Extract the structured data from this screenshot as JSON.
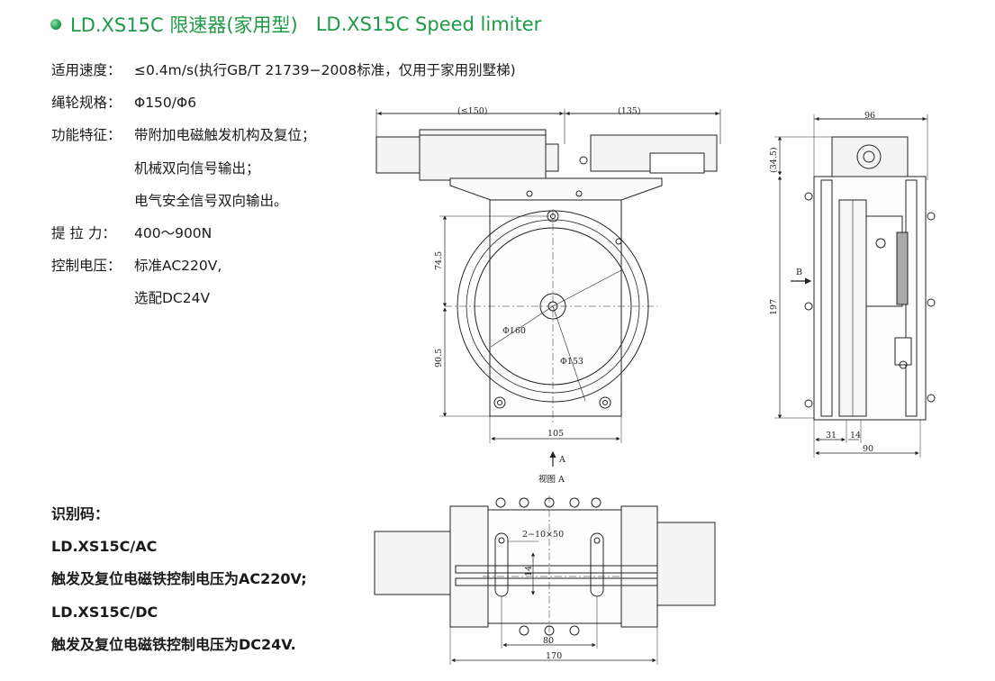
{
  "header": {
    "title_cn": "LD.XS15C 限速器(家用型)",
    "title_en": "LD.XS15C Speed limiter",
    "accent_color": "#1e9a46"
  },
  "specs": [
    {
      "label": "适用速度：",
      "value": "≤0.4m/s(执行GB/T 21739−2008标准，仅用于家用别墅梯)"
    },
    {
      "label": "绳轮规格：",
      "value": "Φ150/Φ6"
    },
    {
      "label": "功能特征：",
      "value": "带附加电磁触发机构及复位；"
    },
    {
      "cont": "机械双向信号输出；"
    },
    {
      "cont": "电气安全信号双向输出。"
    },
    {
      "label": "提 拉 力：",
      "value": "400～900N"
    },
    {
      "label": "控制电压：",
      "value": "标准AC220V,"
    },
    {
      "cont": "选配DC24V"
    }
  ],
  "identification": {
    "heading": "识别码：",
    "lines": [
      "LD.XS15C/AC",
      "触发及复位电磁铁控制电压为AC220V;",
      "LD.XS15C/DC",
      "触发及复位电磁铁控制电压为DC24V."
    ]
  },
  "drawing": {
    "front": {
      "dim_top_left": "(≤150)",
      "dim_top_right": "(135)",
      "dim_upper": "74.5",
      "dim_lower": "90.5",
      "dia_160": "Φ160",
      "dia_153": "Φ153",
      "dim_width": "105",
      "arrow_label": "A"
    },
    "side": {
      "dim_top": "96",
      "dim_small": "(34.5)",
      "dim_height": "197",
      "arrow_label": "B",
      "dim_31": "31",
      "dim_14": "14",
      "dim_90": "90"
    },
    "view_a": {
      "label": "视图 A",
      "slot_label": "2−10×50",
      "dim_14": "14",
      "dim_80": "80",
      "dim_170": "170"
    }
  }
}
